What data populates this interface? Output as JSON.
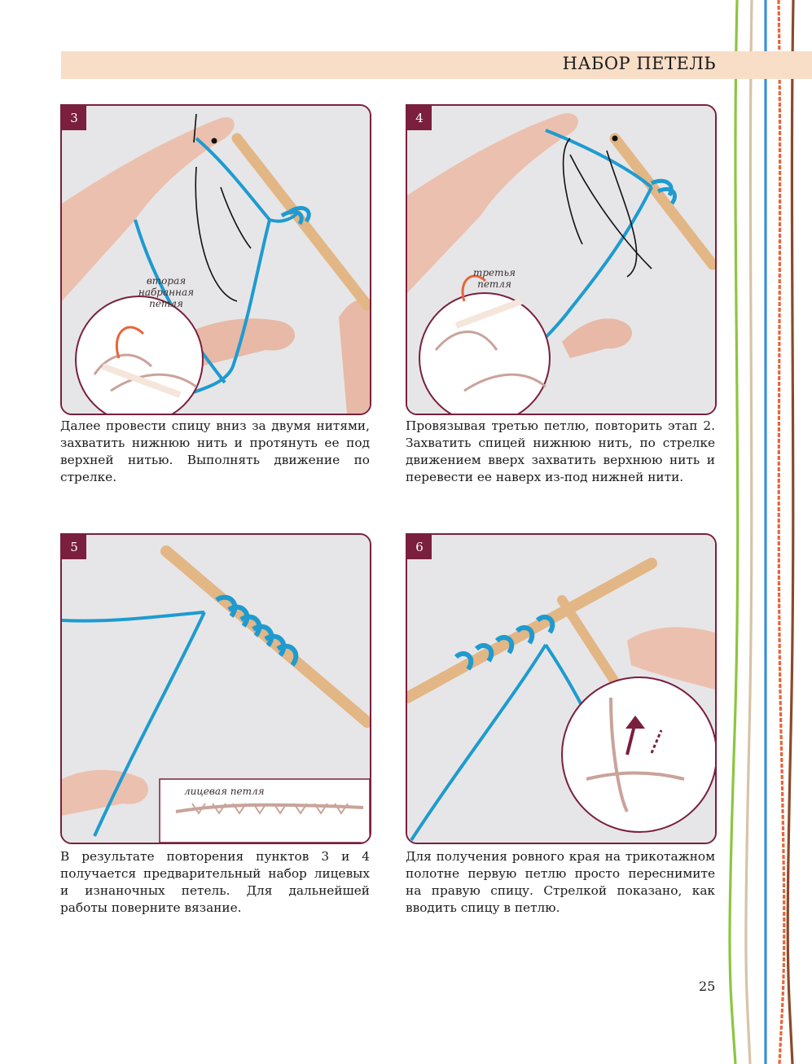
{
  "header": {
    "title": "НАБОР ПЕТЕЛЬ"
  },
  "steps": [
    {
      "number": "3",
      "inset_label": "вторая набранная петля",
      "caption": "Далее провести спицу вниз за двумя нитями, захватить нижнюю нить и протянуть ее под верхней нитью. Выполнять движение по стрелке."
    },
    {
      "number": "4",
      "inset_label": "третья петля",
      "caption": "Провязывая третью петлю, повторить этап 2. Захватить спицей нижнюю нить, по стрелке движением вверх захватить верхнюю нить и перевести ее наверх из-под нижней нити."
    },
    {
      "number": "5",
      "inset_label": "лицевая петля",
      "caption": "В результате повторения пунктов 3 и 4 получается предварительный набор лицевых и изнаночных петель. Для дальнейшей работы поверните вязание."
    },
    {
      "number": "6",
      "caption": "Для получения ровного края на трикотажном полотне первую петлю просто переснимите на правую спицу. Стрелкой показано, как вводить спицу в петлю."
    }
  ],
  "page_number": "25",
  "colors": {
    "accent": "#7a1f3d",
    "header_band": "#f8ddc7",
    "yarn": "#1e9bd0",
    "needle": "#e3b685",
    "thread_green": "#8cc63f",
    "thread_beige": "#d6c3a8",
    "thread_blue": "#3b8fd6",
    "thread_orange": "#e8643a",
    "thread_brown": "#8a4a2a"
  },
  "icons": [
    "hand",
    "knitting-needle",
    "curved-arrow",
    "inset-diagram"
  ]
}
